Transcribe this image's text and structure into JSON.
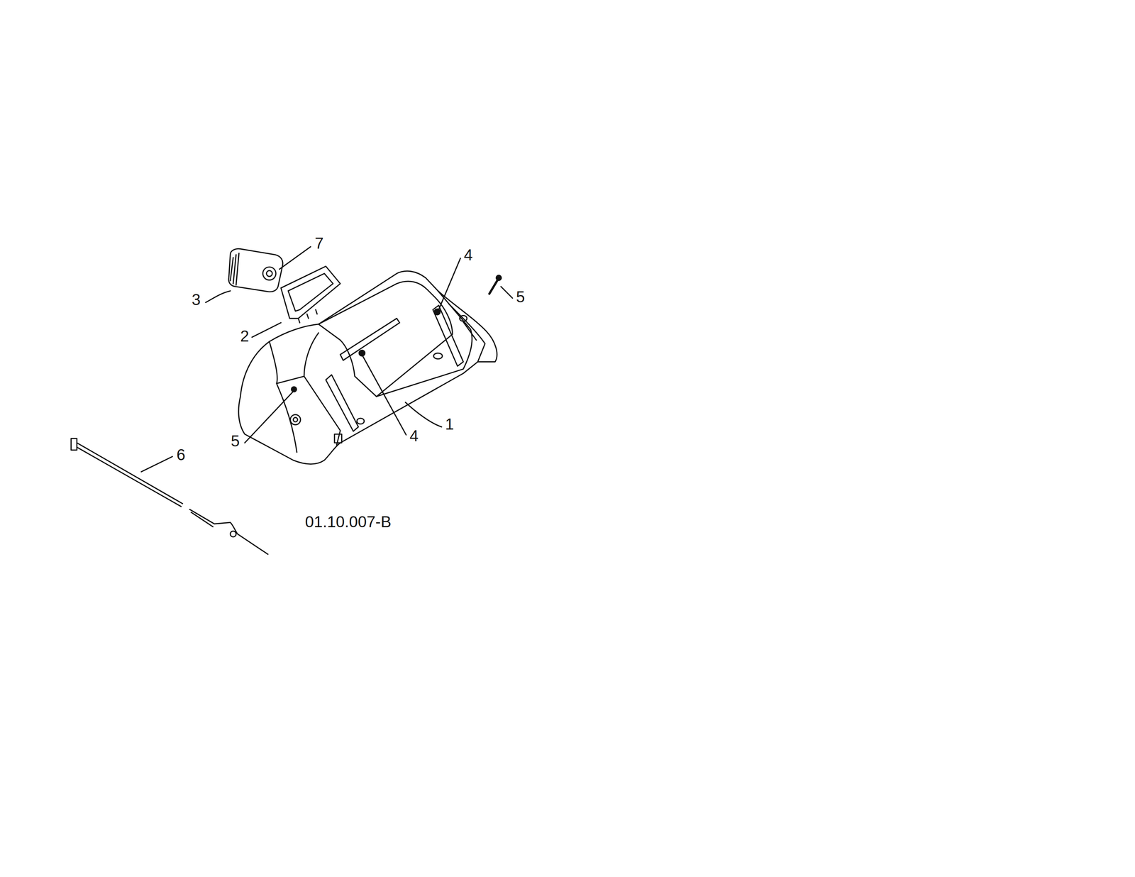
{
  "diagram": {
    "labels": [
      "7",
      "4",
      "3",
      "5",
      "2",
      "5",
      "4",
      "1",
      "6",
      "01.10.007-B"
    ]
  }
}
